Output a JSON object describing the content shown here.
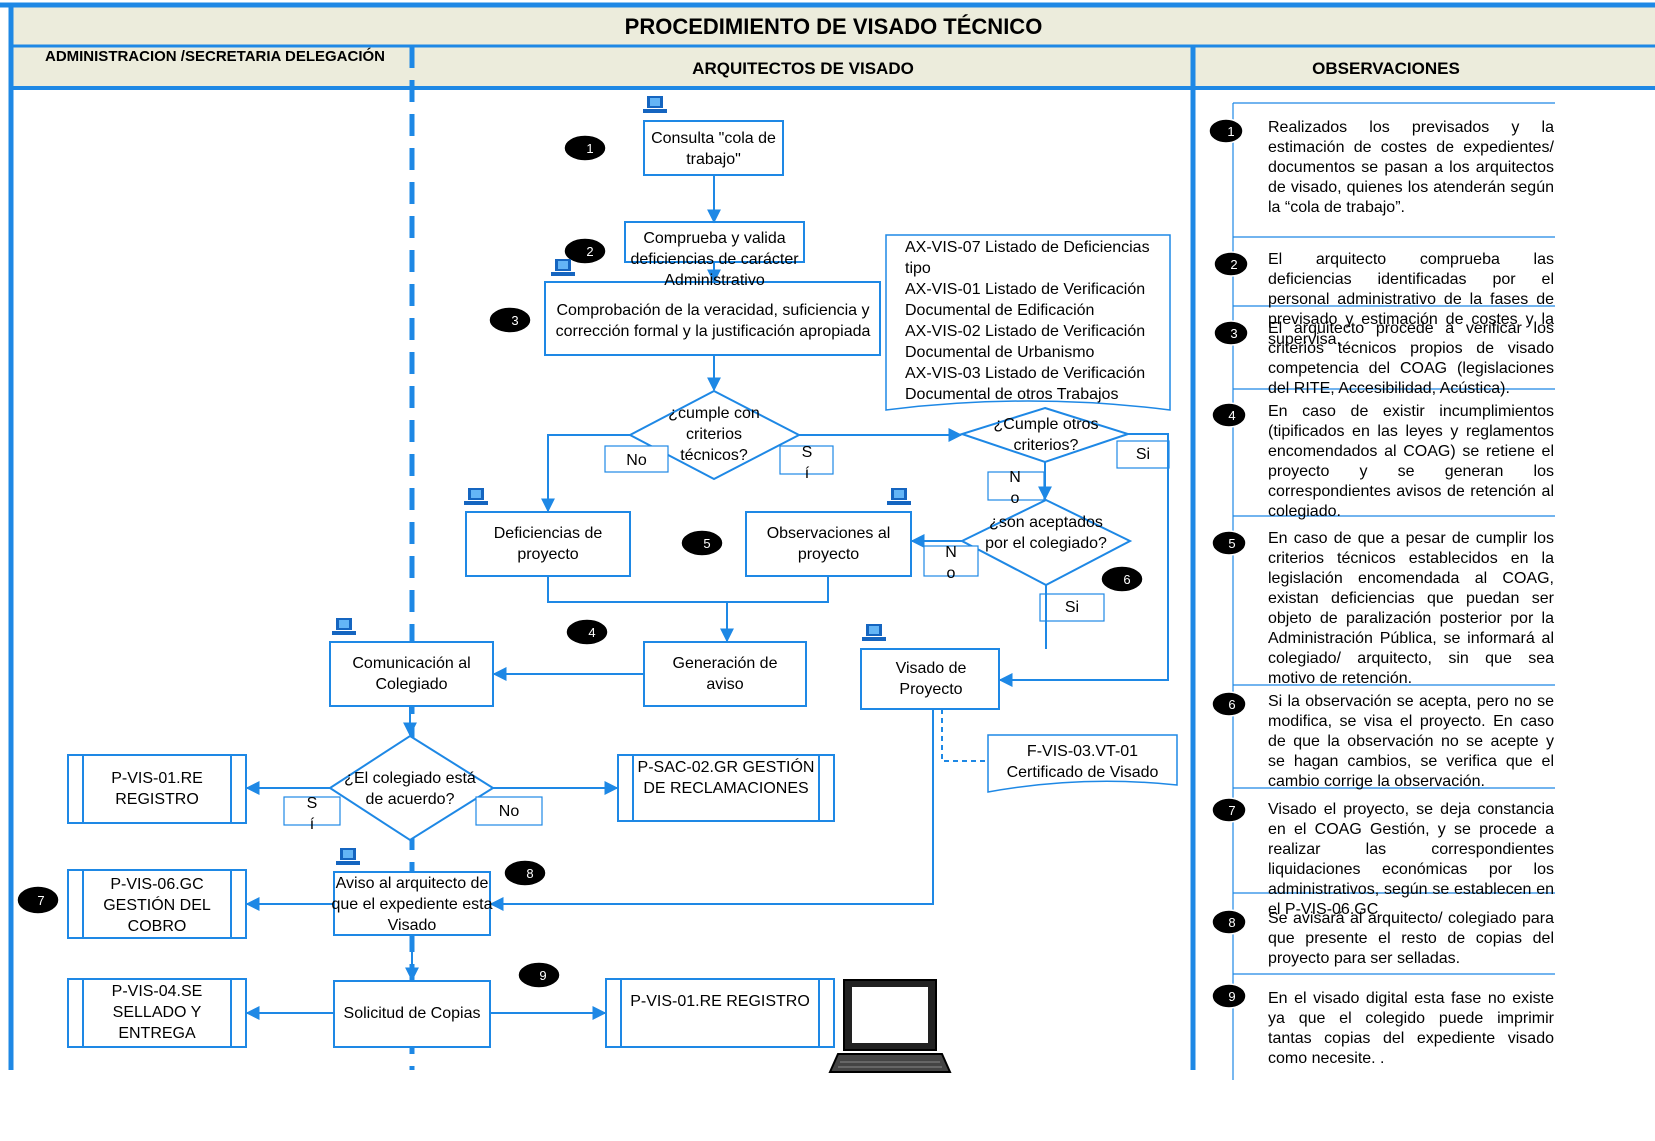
{
  "title": "PROCEDIMIENTO DE VISADO TÉCNICO",
  "columns": {
    "admin": "ADMINISTRACION /SECRETARIA DELEGACIÓN",
    "arch": "ARQUITECTOS DE VISADO",
    "obs": "OBSERVACIONES"
  },
  "colors": {
    "line": "#1e88e5",
    "header_bg": "#ececdc",
    "marker": "#000000"
  },
  "icons": [
    "computer-icon",
    "laptop-icon"
  ],
  "boxes": {
    "consulta": "Consulta \"cola de trabajo\"",
    "comprueba": "Comprueba y valida deficiencias de carácter Administrativo",
    "comprobacion": "Comprobación de la veracidad, suficiencia y corrección formal y la justificación apropiada",
    "deficiencias": "Deficiencias de proyecto",
    "observaciones": "Observaciones al proyecto",
    "generacion": "Generación de aviso",
    "comunicacion": "Comunicación al Colegiado",
    "visado": "Visado de Proyecto",
    "aviso": "Aviso al arquitecto de que el expediente esta Visado",
    "solicitud": "Solicitud de Copias"
  },
  "diamonds": {
    "cumple": "¿cumple con criterios técnicos?",
    "otros": "¿Cumple otros criterios?",
    "aceptados": "¿son aceptados por el colegiado?",
    "acuerdo": "¿El colegiado está de acuerdo?"
  },
  "labels": {
    "no1": "No",
    "si1": "S í",
    "si2": "Si",
    "no2": "N o",
    "no3": "N o",
    "si3": "Si",
    "si4": "S í",
    "no4": "No"
  },
  "refs": {
    "reg1": "P-VIS-01.RE REGISTRO",
    "sac": "P-SAC-02.GR GESTIÓN DE RECLAMACIONES",
    "cobro": "P-VIS-06.GC GESTIÓN DEL COBRO",
    "sellado": "P-VIS-04.SE SELLADO Y ENTREGA",
    "reg2": "P-VIS-01.RE REGISTRO"
  },
  "documents": {
    "listados": "AX-VIS-07 Listado de Deficiencias tipo\nAX-VIS-01 Listado de Verificación Documental de Edificación\nAX-VIS-02 Listado de Verificación Documental de Urbanismo\nAX-VIS-03 Listado de Verificación Documental de otros Trabajos",
    "certificado": "F-VIS-03.VT-01 Certificado de Visado"
  },
  "markers": {
    "m1": "1",
    "m2": "2",
    "m3": "3",
    "m4": "4",
    "m5": "5",
    "m6": "6",
    "m7": "7",
    "m8": "8",
    "m9": "9"
  },
  "observations": [
    {
      "num": "1",
      "text": "Realizados los previsados y la estimación de costes de expedientes/ documentos se pasan a los arquitectos de visado, quienes los atenderán según la “cola de trabajo”."
    },
    {
      "num": "2",
      "text": "El arquitecto comprueba las deficiencias identificadas por el personal administrativo de la fases de previsado y estimación de costes y la supervisa."
    },
    {
      "num": "3",
      "text": "El arquitecto procede a verificar los criterios técnicos propios de visado competencia del COAG (legislaciones del RITE, Accesibilidad, Acústica)."
    },
    {
      "num": "4",
      "text": "En caso de existir incumplimientos (tipificados en las leyes y reglamentos encomendados al COAG) se retiene el proyecto y se generan los correspondientes avisos de retención al colegiado."
    },
    {
      "num": "5",
      "text": "En caso de que a pesar de cumplir los criterios técnicos establecidos en la legislación encomendada al COAG, existan deficiencias que puedan ser objeto de paralización posterior por la Administración Pública, se informará al colegiado/ arquitecto, sin que sea motivo de retención."
    },
    {
      "num": "6",
      "text": "Si la observación se acepta, pero no se modifica, se visa el proyecto. En caso de que la observación no se acepte y se hagan cambios, se verifica que el cambio corrige la observación."
    },
    {
      "num": "7",
      "text": "Visado el proyecto, se deja constancia en el COAG Gestión, y se procede a realizar las correspondientes liquidaciones económicas por los administrativos, según se establecen en el P-VIS-06.GC"
    },
    {
      "num": "8",
      "text": "Se avisará al arquitecto/ colegiado para que presente el resto de copias del proyecto para ser selladas."
    },
    {
      "num": "9",
      "text": "En el visado digital esta fase no existe ya que el colegido puede imprimir tantas copias del expediente visado como necesite. ."
    }
  ]
}
